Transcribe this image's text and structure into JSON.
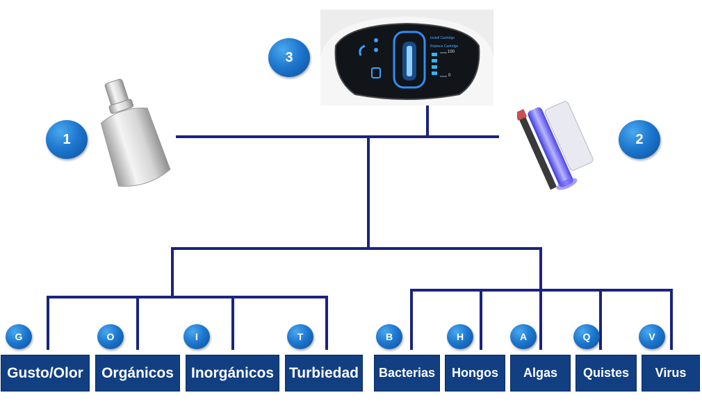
{
  "markers": {
    "filter_1": "1",
    "filter_2": "2",
    "filter_3": "3"
  },
  "display_panel": {
    "install_label": "Install Cartridge",
    "replace_label": "Replace Cartridge",
    "level_max": "100",
    "level_min": "0"
  },
  "categories": [
    {
      "letter": "G",
      "label": "Gusto/Olor"
    },
    {
      "letter": "O",
      "label": "Orgánicos"
    },
    {
      "letter": "I",
      "label": "Inorgánicos"
    },
    {
      "letter": "T",
      "label": "Turbiedad"
    },
    {
      "letter": "B",
      "label": "Bacterias"
    },
    {
      "letter": "H",
      "label": "Hongos"
    },
    {
      "letter": "A",
      "label": "Algas"
    },
    {
      "letter": "Q",
      "label": "Quistes"
    },
    {
      "letter": "V",
      "label": "Virus"
    }
  ],
  "colors": {
    "line": "#1a237e",
    "box": "#113f82",
    "bubble": "#1e78cf"
  }
}
